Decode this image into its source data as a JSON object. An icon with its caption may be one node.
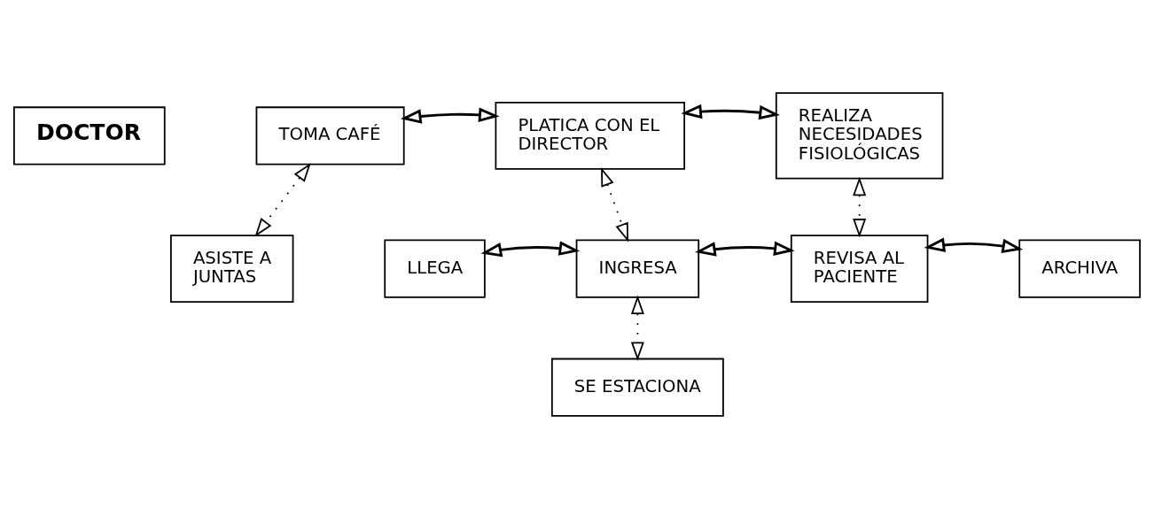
{
  "diagram": {
    "nodes": [
      {
        "text": [
          "DOCTOR"
        ]
      },
      {
        "text": [
          "TOMA CAFÉ"
        ]
      },
      {
        "text": [
          "PLATICA CON EL DIRECTOR"
        ]
      },
      {
        "text": [
          "REALIZA NECESIDADES FISIOLÓGICAS"
        ]
      },
      {
        "text": [
          "ASISTE A JUNTAS"
        ]
      },
      {
        "text": [
          "LLEGA"
        ]
      },
      {
        "text": [
          "INGRESA"
        ]
      },
      {
        "text": [
          "REVISA AL PACIENTE"
        ]
      },
      {
        "text": [
          "ARCHIVA"
        ]
      },
      {
        "text": [
          "SE ESTACIONA"
        ]
      }
    ],
    "edges": [
      {
        "from": 1,
        "to": 2,
        "arrow": "both"
      },
      {
        "from": 2,
        "to": 3,
        "arrow": "both"
      },
      {
        "from": 1,
        "to": 4,
        "arrow": "both",
        "style": "dashed"
      },
      {
        "from": 2,
        "to": 6,
        "arrow": "both",
        "style": "dashed"
      },
      {
        "from": 3,
        "to": 7,
        "arrow": "both",
        "style": "dashed"
      },
      {
        "from": 5,
        "to": 6,
        "arrow": "both"
      },
      {
        "from": 6,
        "to": 7,
        "arrow": "both"
      },
      {
        "from": 7,
        "to": 8,
        "arrow": "both"
      },
      {
        "from": 6,
        "to": 9,
        "arrow": "both",
        "style": "dashed"
      }
    ]
  }
}
